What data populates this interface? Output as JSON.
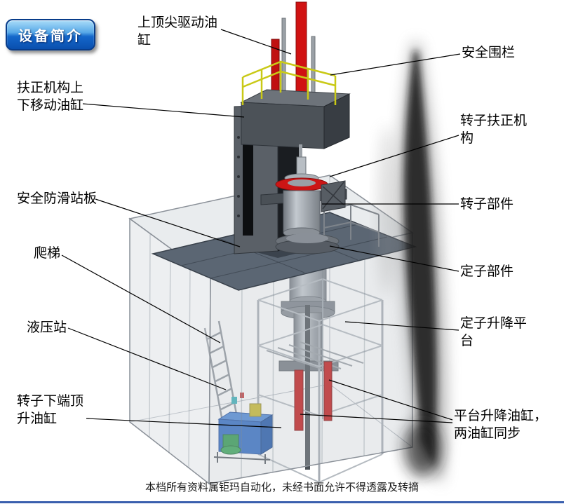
{
  "badge": {
    "label": "设备简介"
  },
  "labels": {
    "top_drive_cylinder": "上顶尖驱动油缸",
    "safety_fence": "安全围栏",
    "aligning_move_cylinder": "扶正机构上下移动油缸",
    "rotor_aligning_mechanism": "转子扶正机构",
    "antislip_platform": "安全防滑站板",
    "rotor_part": "转子部件",
    "ladder": "爬梯",
    "stator_part": "定子部件",
    "hydraulic_station": "液压站",
    "stator_lift_platform": "定子升降平台",
    "rotor_bottom_jack_cylinder": "转子下端顶升油缸",
    "platform_lift_cylinders": "平台升降油缸，两油缸同步"
  },
  "footer": {
    "text": "本档所有资料属钜玛自动化，未经书面允许不得透露及转摘"
  },
  "colors": {
    "badge_blue": "#1467cb",
    "cylinder_red": "#cc1414",
    "railing_yellow": "#c9c916",
    "hydraulic_blue": "#2e6bc4",
    "platform_gray": "#5b6673",
    "footer_line_blue": "#3a5fae"
  }
}
